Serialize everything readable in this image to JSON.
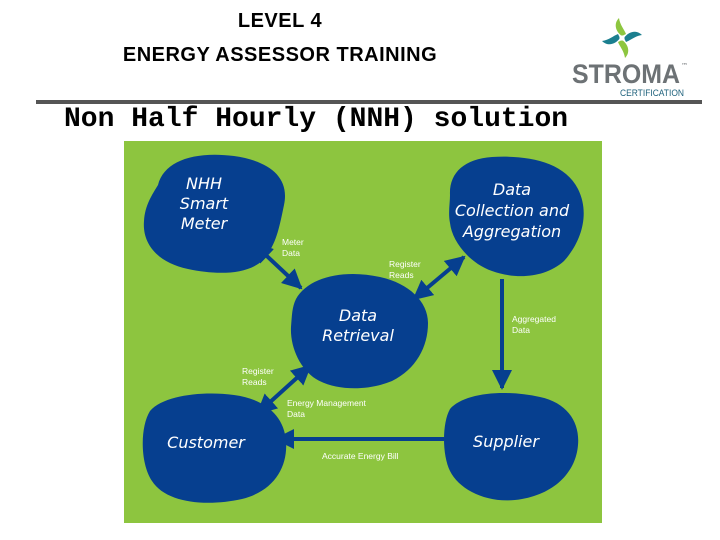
{
  "header": {
    "line1": "LEVEL 4",
    "line2": "ENERGY ASSESSOR TRAINING",
    "subtitle": "Non Half Hourly (NNH) solution"
  },
  "logo": {
    "name": "STROMA",
    "tagline": "CERTIFICATION",
    "mark": "™",
    "icon": "pinwheel-icon",
    "colors": {
      "green": "#8dc63f",
      "teal": "#1b7f8f",
      "gray": "#6d7275"
    }
  },
  "diagram": {
    "colors": {
      "background": "#8dc53f",
      "node": "#063f8f",
      "node_text": "#ffffff",
      "label_text": "#ffffff"
    },
    "nodes": {
      "nhh_meter": [
        "NHH",
        "Smart",
        "Meter"
      ],
      "data_collection": [
        "Data",
        "Collection and",
        "Aggregation"
      ],
      "data_retrieval": [
        "Data",
        "Retrieval"
      ],
      "customer": [
        "Customer"
      ],
      "supplier": [
        "Supplier"
      ]
    },
    "labels": {
      "meter_data": [
        "Meter",
        "Data"
      ],
      "register_reads_top": [
        "Register",
        "Reads"
      ],
      "aggregated_data": [
        "Aggregated",
        "Data"
      ],
      "register_reads_left": [
        "Register",
        "Reads"
      ],
      "energy_management_data": [
        "Energy Management",
        "Data"
      ],
      "accurate_energy_bill": [
        "Accurate Energy Bill"
      ]
    }
  }
}
